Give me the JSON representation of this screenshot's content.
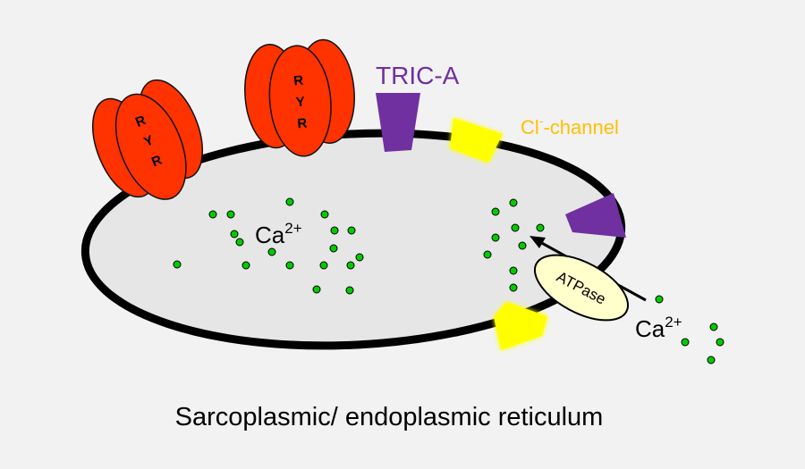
{
  "diagram": {
    "caption": "Sarcoplasmic/ endoplasmic reticulum",
    "labels": {
      "tric_a": "TRIC-A",
      "cl_channel_base": "Cl",
      "cl_channel_sup": "-",
      "cl_channel_rest": "-channel",
      "atpase": "ATPase",
      "ca_base": "Ca",
      "ca_sup": "2+"
    },
    "ryr_letters": [
      "R",
      "Y",
      "R"
    ],
    "colors": {
      "background": "#f2f2f2",
      "lumen_fill": "#e6e6e6",
      "membrane": "#000000",
      "ryr": "#ff3300",
      "tric_a": "#7030a0",
      "cl_channel": "#ffff00",
      "cl_label": "#ffc000",
      "atpase_fill": "#ffffcc",
      "ca_dot": "#00cc00"
    },
    "icons": [
      "ryanodine-receptor-icon",
      "tric-a-channel-icon",
      "chloride-channel-icon",
      "atpase-pump-icon",
      "calcium-ion-icon",
      "transport-arrow-icon"
    ]
  }
}
